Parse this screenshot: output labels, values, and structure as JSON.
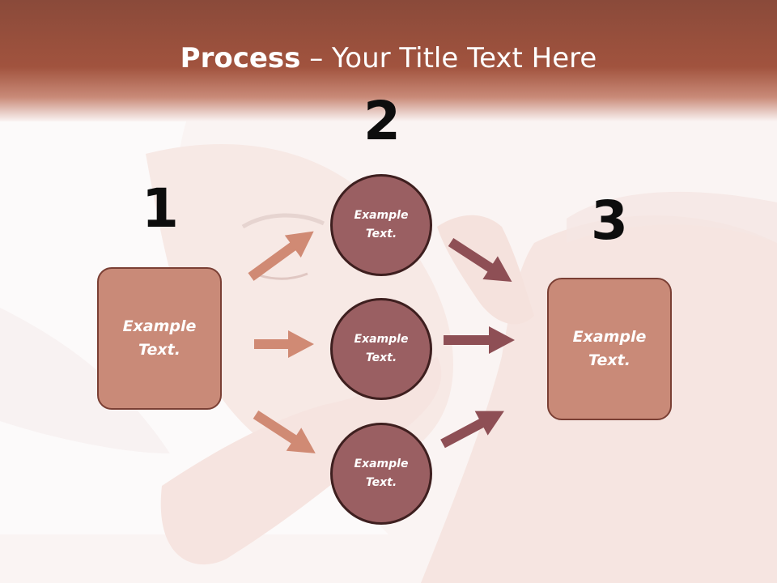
{
  "title": {
    "bold": "Process",
    "separator": " – ",
    "rest": "Your Title Text Here"
  },
  "steps": {
    "one": "1",
    "two": "2",
    "three": "3"
  },
  "left_box": {
    "text": "Example Text."
  },
  "circles": [
    {
      "text": "Example Text."
    },
    {
      "text": "Example Text."
    },
    {
      "text": "Example Text."
    }
  ],
  "right_box": {
    "text": "Example Text."
  },
  "colors": {
    "title_bar": "#a1533e",
    "box_fill": "#c98a78",
    "circle_fill": "#9a5f62",
    "left_arrows": "#d08a74",
    "right_arrows": "#8e4f55"
  }
}
